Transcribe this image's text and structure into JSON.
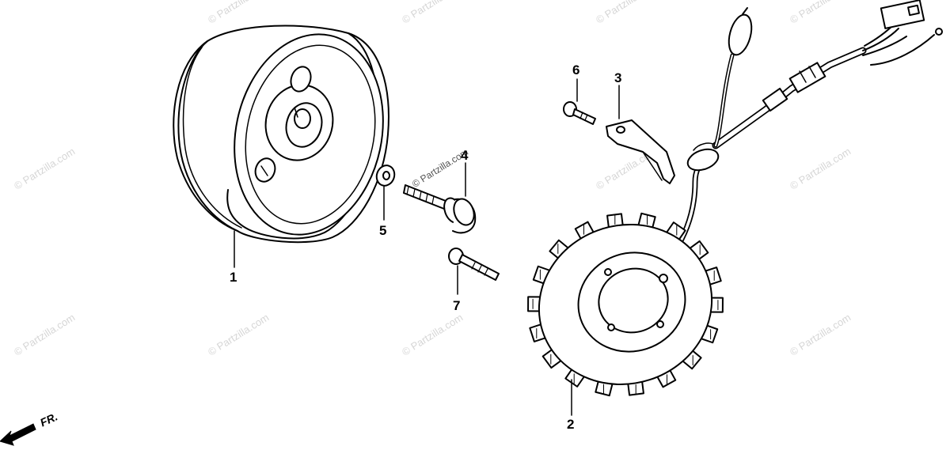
{
  "watermark": {
    "text": "© Partzilla.com"
  },
  "callouts": [
    {
      "id": "1",
      "label": "1"
    },
    {
      "id": "2",
      "label": "2"
    },
    {
      "id": "3",
      "label": "3"
    },
    {
      "id": "4",
      "label": "4"
    },
    {
      "id": "5",
      "label": "5"
    },
    {
      "id": "6",
      "label": "6"
    },
    {
      "id": "7",
      "label": "7"
    }
  ],
  "direction_indicator": {
    "label": "FR."
  },
  "colors": {
    "line": "#000000",
    "background": "#ffffff",
    "watermark": "#d6d6d6"
  }
}
